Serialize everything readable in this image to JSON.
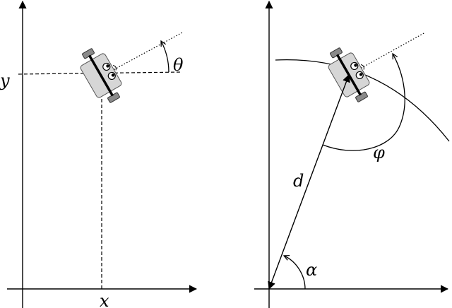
{
  "left_panel": {
    "labels": {
      "x": "x",
      "y": "y",
      "theta": "θ"
    }
  },
  "right_panel": {
    "labels": {
      "d": "d",
      "phi": "φ",
      "alpha": "α"
    }
  },
  "colors": {
    "robot_body": "#d6d6d6",
    "wheel": "#8a8a8a",
    "line": "#000000"
  }
}
